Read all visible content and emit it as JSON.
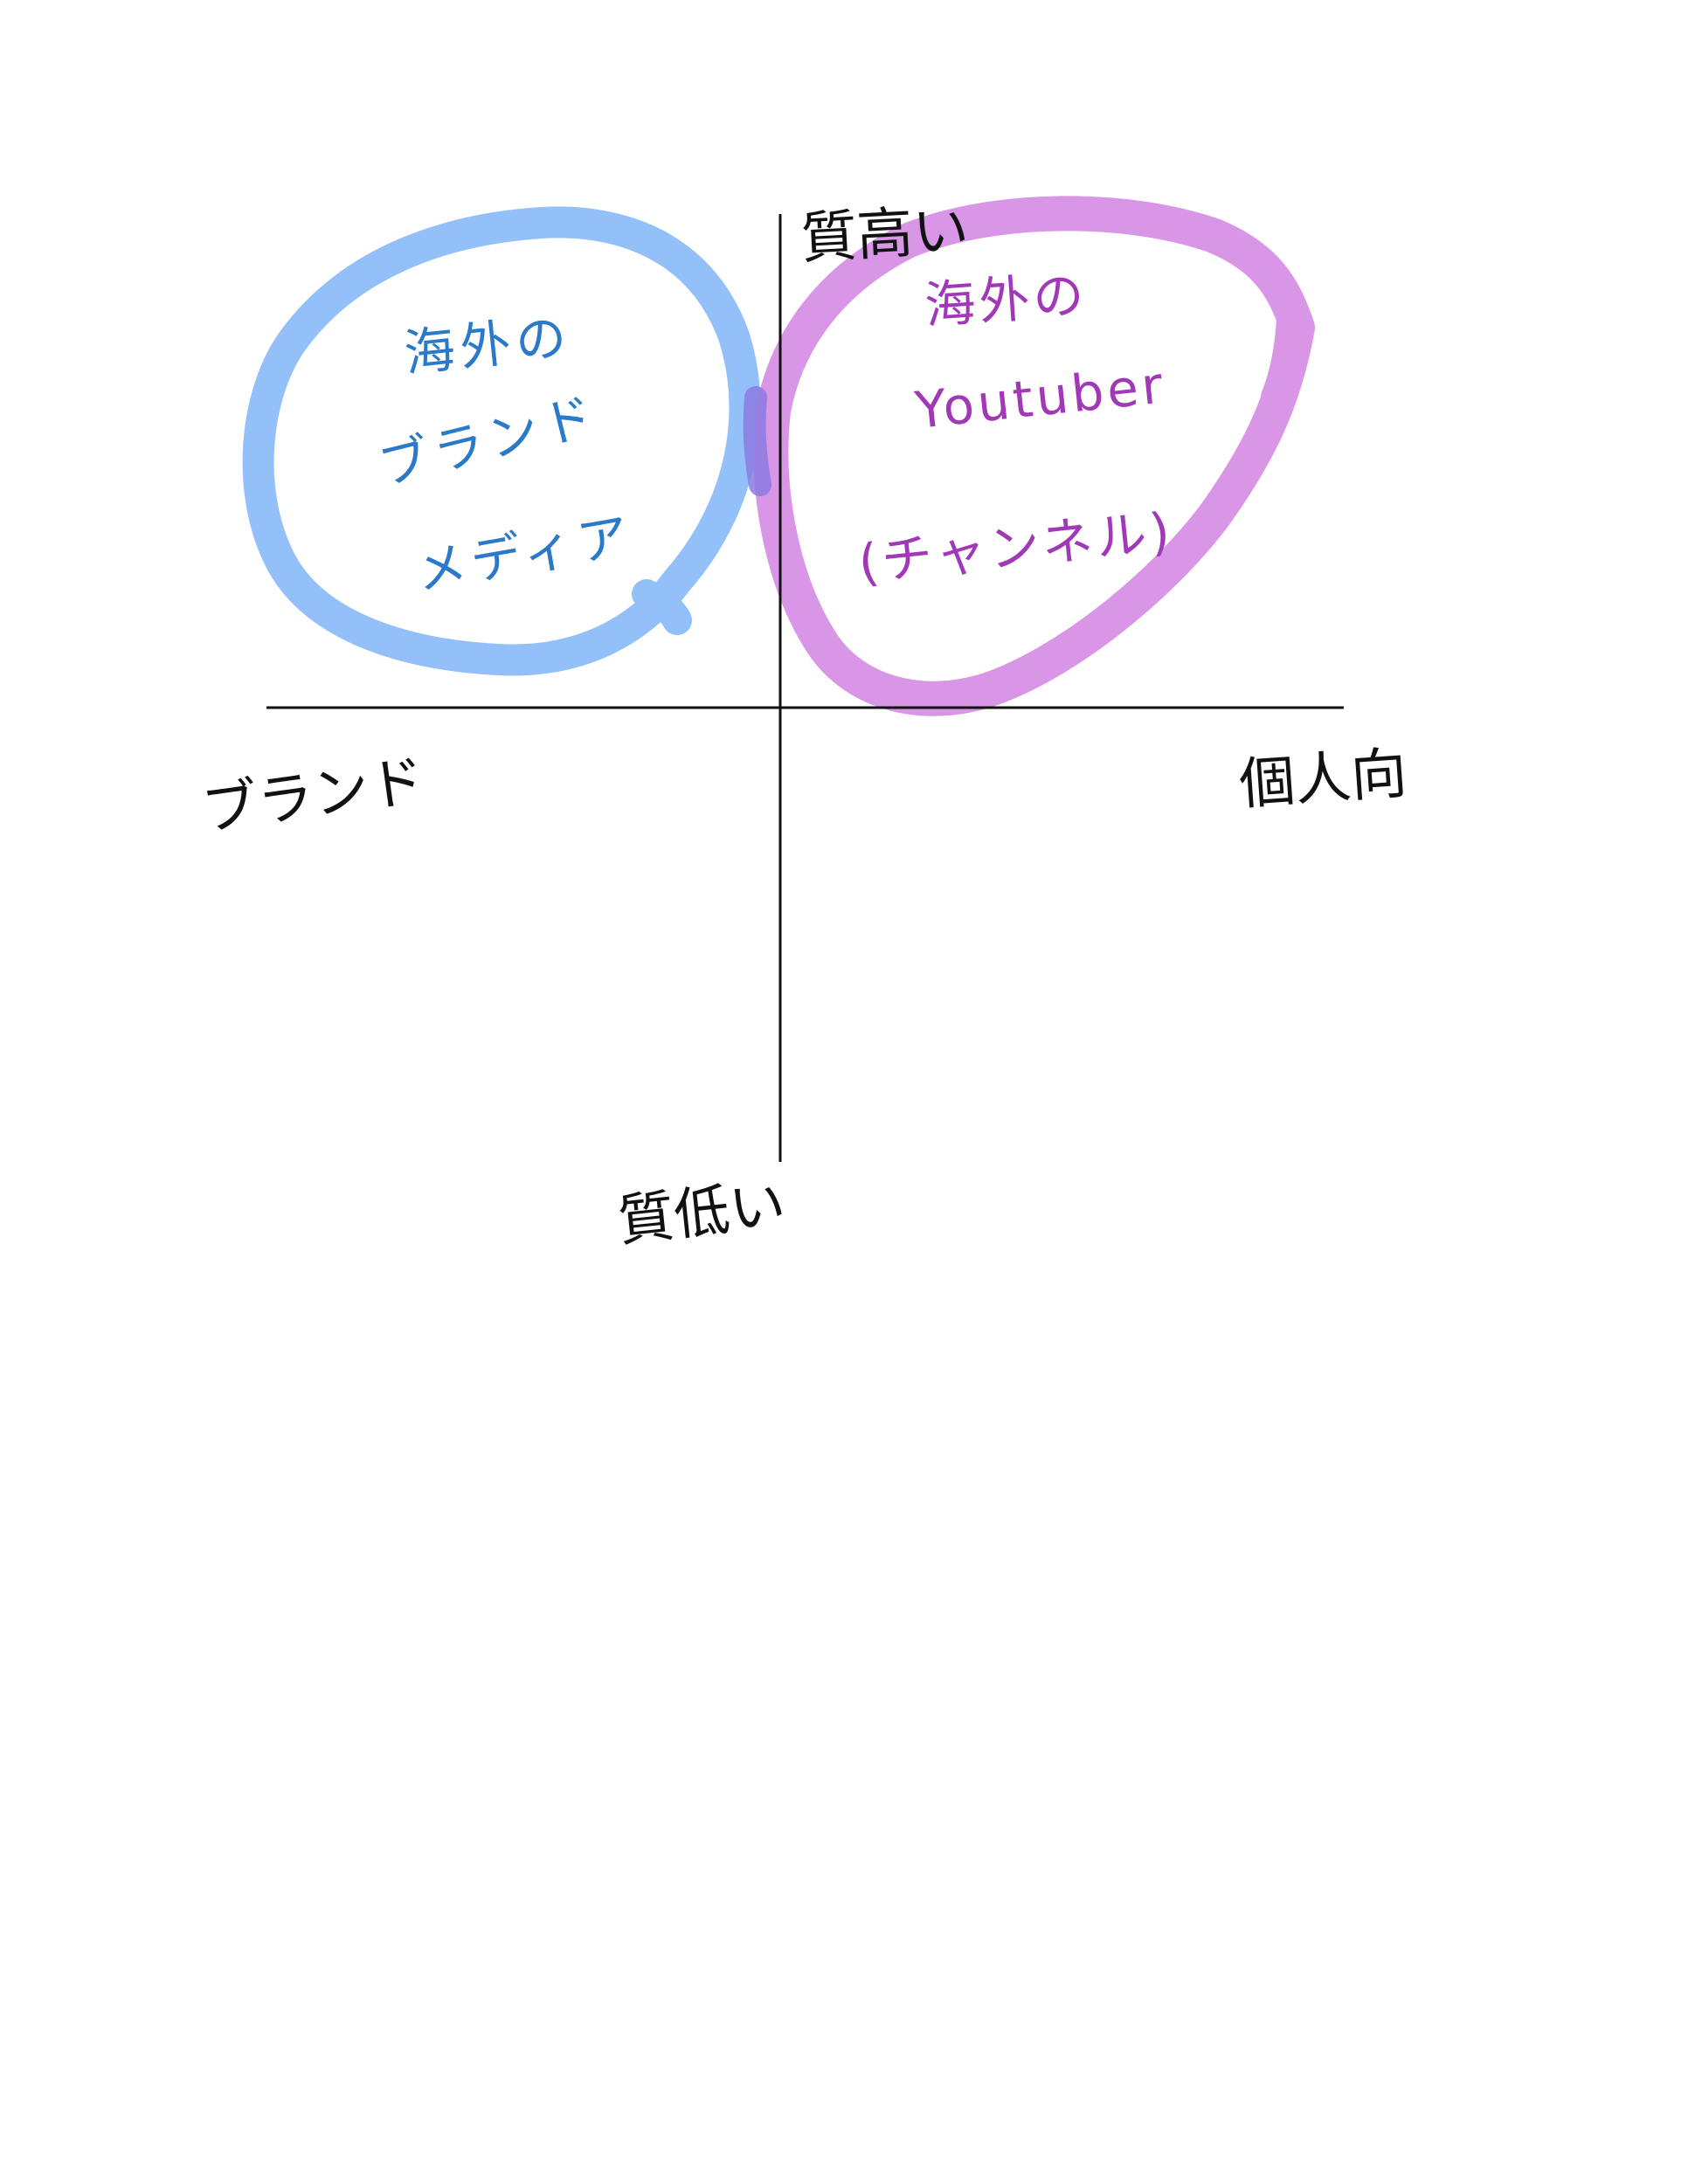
{
  "axes": {
    "top_label": "質高い",
    "bottom_label": "質低い",
    "left_label": "ブランド",
    "right_label": "個人向"
  },
  "groups": [
    {
      "lines": [
        "海外の",
        "ブランド",
        "メディア"
      ],
      "color": "#2b79c9",
      "ring_color": "#93c0f8"
    },
    {
      "lines": [
        "海外の",
        "Youtuber",
        "(チャンネル)"
      ],
      "color": "#a038b8",
      "ring_color": "#d995e6"
    }
  ],
  "colors": {
    "axis": "#111111",
    "overlap": "#8a7ae0"
  }
}
